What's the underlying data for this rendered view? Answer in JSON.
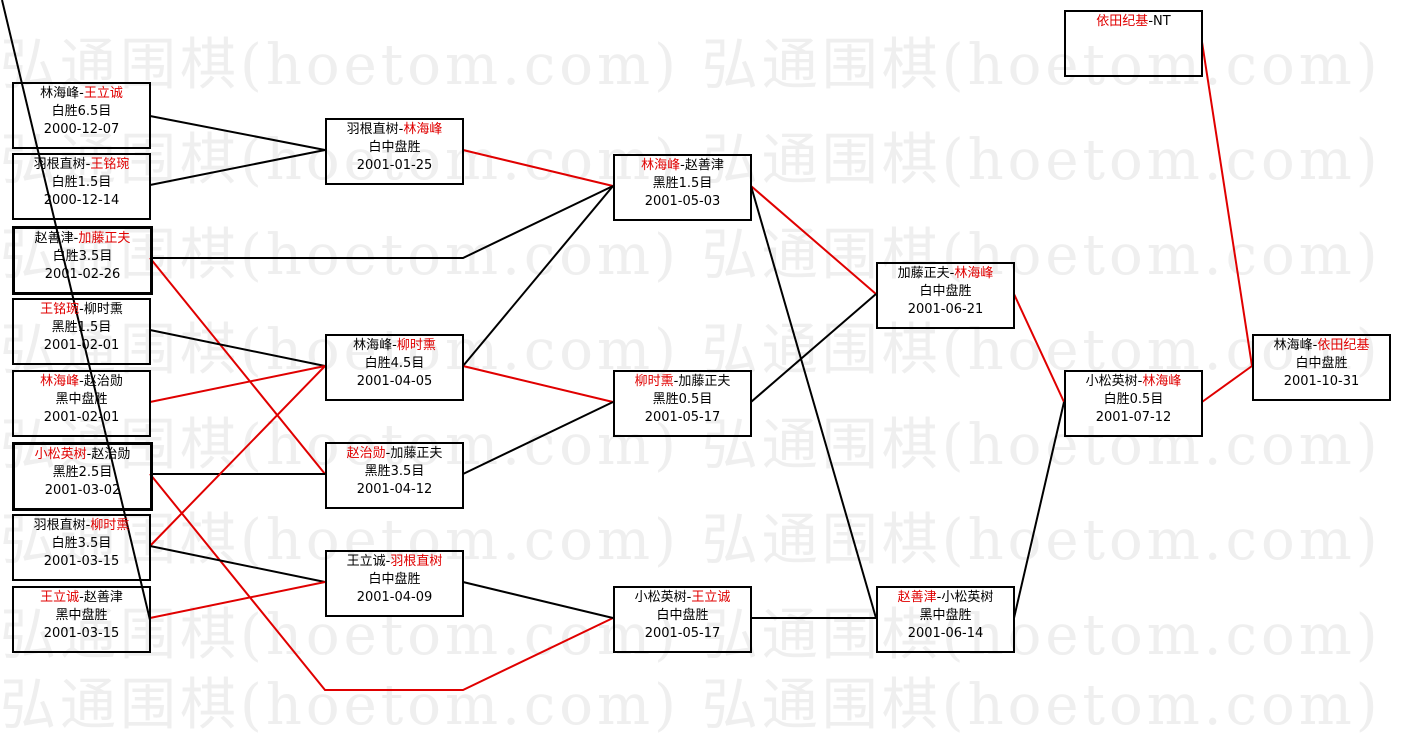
{
  "watermark": "弘通围棋(hoetom.com) 弘通围棋(hoetom.com) 弘通围棋(hoetom.com)",
  "colors": {
    "winner": "#e00000",
    "line_win": "#e00000",
    "line": "#000000"
  },
  "matches": [
    {
      "id": "m1",
      "p1": "林海峰",
      "sep": "-",
      "p2": "王立诚",
      "winner": "p2",
      "result": "白胜6.5目",
      "date": "2000-12-07"
    },
    {
      "id": "m2",
      "p1": "羽根直树",
      "sep": "-",
      "p2": "王铭琬",
      "winner": "p2",
      "result": "白胜1.5目",
      "date": "2000-12-14"
    },
    {
      "id": "m3",
      "p1": "赵善津",
      "sep": "-",
      "p2": "加藤正夫",
      "winner": "p2",
      "result": "白胜3.5目",
      "date": "2001-02-26"
    },
    {
      "id": "m4",
      "p1": "王铭琬",
      "sep": "-",
      "p2": "柳时熏",
      "winner": "p1",
      "result": "黑胜1.5目",
      "date": "2001-02-01"
    },
    {
      "id": "m5",
      "p1": "林海峰",
      "sep": "-",
      "p2": "赵治勋",
      "winner": "p1",
      "result": "黑中盘胜",
      "date": "2001-02-01"
    },
    {
      "id": "m6",
      "p1": "小松英树",
      "sep": "-",
      "p2": "赵治勋",
      "winner": "p1",
      "result": "黑胜2.5目",
      "date": "2001-03-02"
    },
    {
      "id": "m7",
      "p1": "羽根直树",
      "sep": "-",
      "p2": "柳时熏",
      "winner": "p2",
      "result": "白胜3.5目",
      "date": "2001-03-15"
    },
    {
      "id": "m8",
      "p1": "王立诚",
      "sep": "-",
      "p2": "赵善津",
      "winner": "p1",
      "result": "黑中盘胜",
      "date": "2001-03-15"
    },
    {
      "id": "r2a",
      "p1": "羽根直树",
      "sep": "-",
      "p2": "林海峰",
      "winner": "p2",
      "result": "白中盘胜",
      "date": "2001-01-25"
    },
    {
      "id": "r2b",
      "p1": "林海峰",
      "sep": "-",
      "p2": "柳时熏",
      "winner": "p2",
      "result": "白胜4.5目",
      "date": "2001-04-05"
    },
    {
      "id": "r2c",
      "p1": "赵治勋",
      "sep": "-",
      "p2": "加藤正夫",
      "winner": "p1",
      "result": "黑胜3.5目",
      "date": "2001-04-12"
    },
    {
      "id": "r2d",
      "p1": "王立诚",
      "sep": "-",
      "p2": "羽根直树",
      "winner": "p2",
      "result": "白中盘胜",
      "date": "2001-04-09"
    },
    {
      "id": "r3a",
      "p1": "林海峰",
      "sep": "-",
      "p2": "赵善津",
      "winner": "p1",
      "result": "黑胜1.5目",
      "date": "2001-05-03"
    },
    {
      "id": "r3b",
      "p1": "柳时熏",
      "sep": "-",
      "p2": "加藤正夫",
      "winner": "p1",
      "result": "黑胜0.5目",
      "date": "2001-05-17"
    },
    {
      "id": "r3c",
      "p1": "小松英树",
      "sep": "-",
      "p2": "王立诚",
      "winner": "p2",
      "result": "白中盘胜",
      "date": "2001-05-17"
    },
    {
      "id": "r4a",
      "p1": "加藤正夫",
      "sep": "-",
      "p2": "林海峰",
      "winner": "p2",
      "result": "白中盘胜",
      "date": "2001-06-21"
    },
    {
      "id": "r4b",
      "p1": "赵善津",
      "sep": "-",
      "p2": "小松英树",
      "winner": "p1",
      "result": "黑中盘胜",
      "date": "2001-06-14"
    },
    {
      "id": "r5",
      "p1": "小松英树",
      "sep": "-",
      "p2": "林海峰",
      "winner": "p2",
      "result": "白胜0.5目",
      "date": "2001-07-12"
    },
    {
      "id": "final",
      "p1": "林海峰",
      "sep": "-",
      "p2": "依田纪基",
      "winner": "p2",
      "result": "白中盘胜",
      "date": "2001-10-31"
    },
    {
      "id": "seed",
      "p1": "依田纪基",
      "sep": "-",
      "p2": "NT",
      "winner": "p1",
      "result": "",
      "date": ""
    }
  ]
}
